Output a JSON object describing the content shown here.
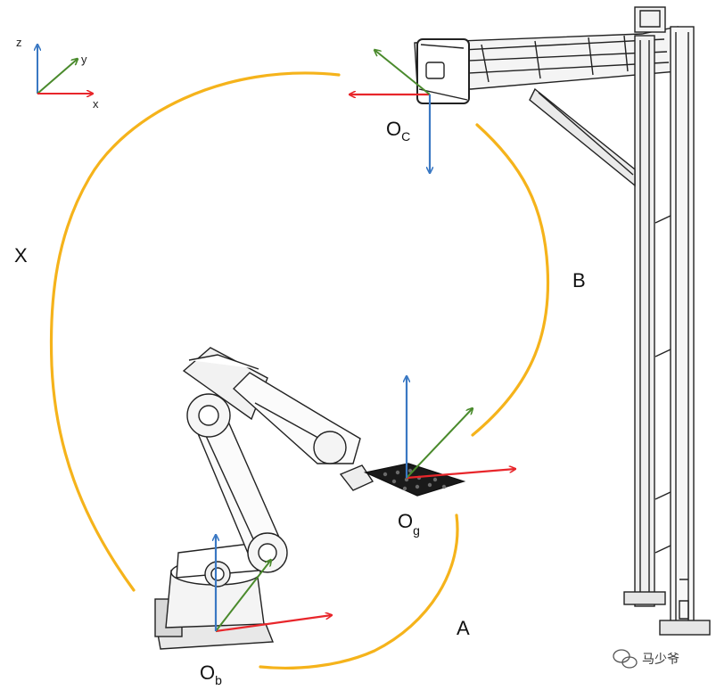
{
  "legend_axes": {
    "z": "z",
    "y": "y",
    "x": "x"
  },
  "frames": {
    "camera": {
      "main": "O",
      "sub": "C"
    },
    "gripper": {
      "main": "O",
      "sub": "g"
    },
    "base": {
      "main": "O",
      "sub": "b"
    }
  },
  "transforms": {
    "X": "X",
    "A": "A",
    "B": "B"
  },
  "watermark": {
    "text": "马少爷",
    "icon": "wechat-icon"
  },
  "colors": {
    "x_axis": "#e8262b",
    "y_axis": "#4a8a2c",
    "z_axis": "#3a78c3",
    "loop": "#f5b31b",
    "mechanism_line": "#222222"
  }
}
